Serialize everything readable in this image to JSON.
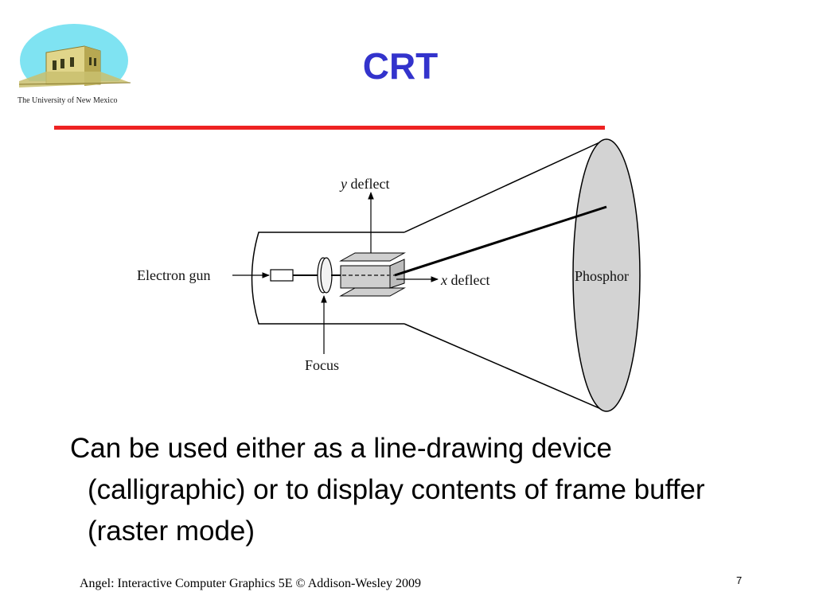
{
  "logo": {
    "caption": "The University of New Mexico"
  },
  "title": "CRT",
  "diagram": {
    "labels": {
      "y_deflect_var": "y",
      "y_deflect_word": " deflect",
      "x_deflect_var": "x",
      "x_deflect_word": " deflect",
      "electron_gun": "Electron gun",
      "focus": "Focus",
      "phosphor": "Phosphor"
    }
  },
  "body": {
    "text": "Can be used either as a line-drawing device (calligraphic) or to display contents of frame buffer (raster mode)"
  },
  "footer": {
    "citation": "Angel: Interactive Computer Graphics 5E © Addison-Wesley 2009",
    "page_number": "7"
  },
  "colors": {
    "title": "#3333cc",
    "rule": "#ee2222",
    "phosphor": "#d3d3d3",
    "logo_sky": "#7fe3f2"
  }
}
